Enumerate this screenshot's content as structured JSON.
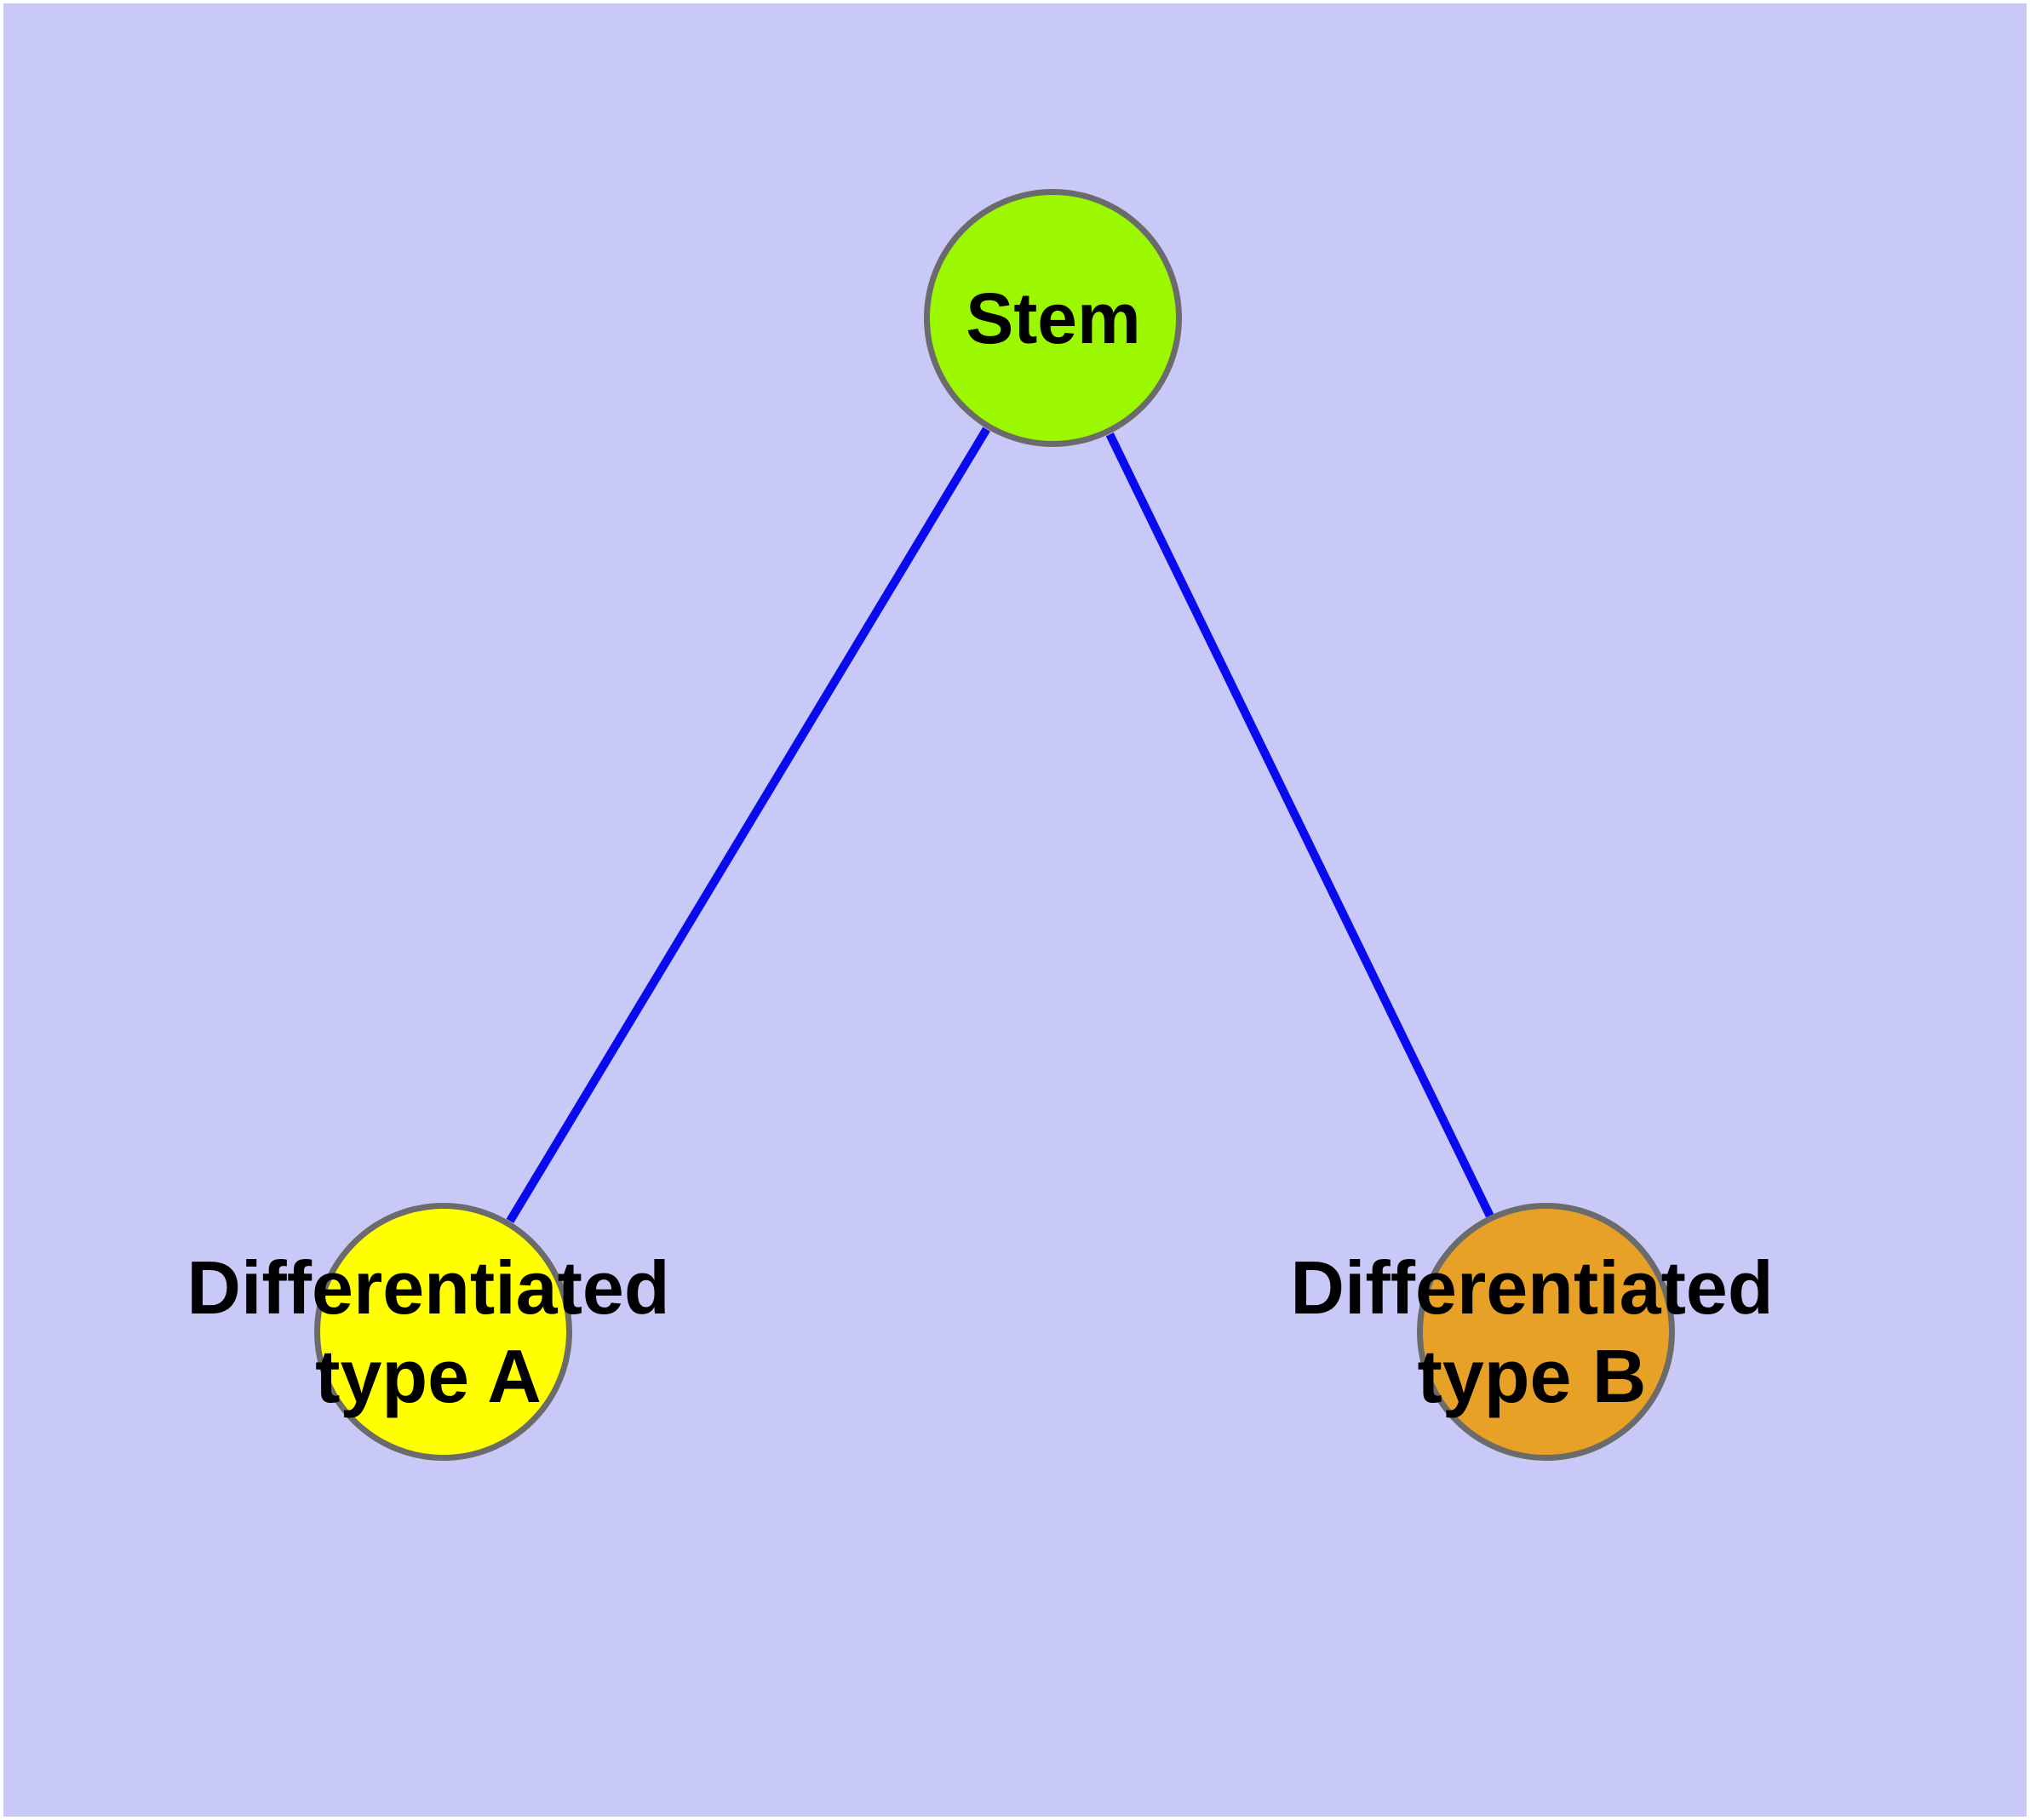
{
  "diagram": {
    "colors": {
      "page_margin": "#ffffff",
      "background": "#c9c9f8",
      "node_border": "#6b6b6b",
      "edge": "#0a0aee",
      "label_text": "#000000"
    },
    "nodes": {
      "stem": {
        "label": "Stem",
        "fill": "#9bf800"
      },
      "type_a": {
        "line1": "Differentiated",
        "line2": "type A",
        "fill": "#ffff00"
      },
      "type_b": {
        "line1": "Differentiated",
        "line2": "type B",
        "fill": "#e8a127"
      }
    },
    "edges": [
      {
        "from": "Stem",
        "to": "Differentiated type A"
      },
      {
        "from": "Stem",
        "to": "Differentiated type B"
      }
    ]
  }
}
